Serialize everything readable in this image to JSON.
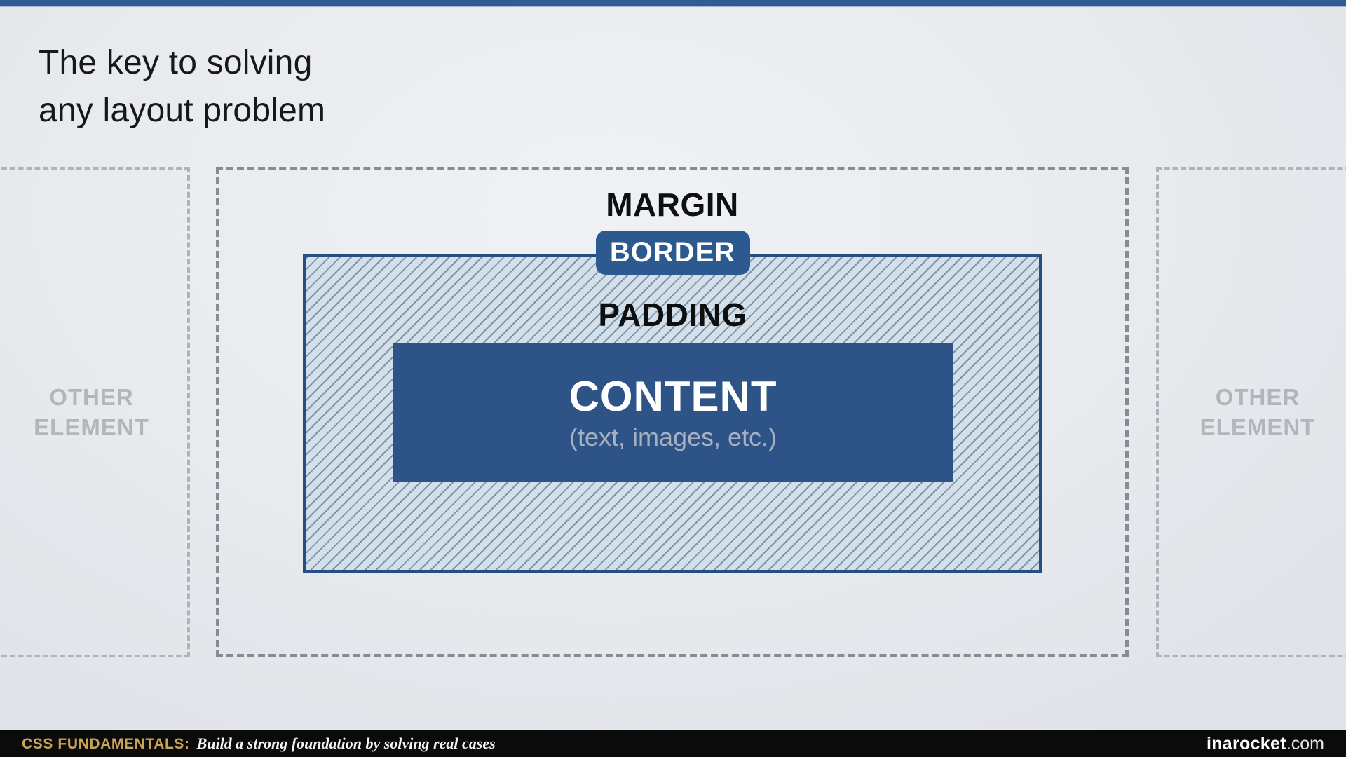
{
  "slide": {
    "title_line1": "The key to solving",
    "title_line2": "any layout problem"
  },
  "diagram": {
    "margin_label": "MARGIN",
    "border_label": "BORDER",
    "padding_label": "PADDING",
    "content_label": "CONTENT",
    "content_sublabel": "(text, images, etc.)",
    "other_left": {
      "line1": "OTHER",
      "line2": "ELEMENT"
    },
    "other_right": {
      "line1": "OTHER",
      "line2": "ELEMENT"
    }
  },
  "footer": {
    "course_label": "CSS FUNDAMENTALS:",
    "tagline": "Build a strong foundation by solving real cases",
    "brand": "inarocket",
    "brand_suffix": ".com"
  },
  "colors": {
    "top_bar": "#315b94",
    "content_blue": "#2e5487",
    "badge_blue": "#2d5991",
    "element_border_blue": "#254f80",
    "hatch_background": "#d3e0ea",
    "hatch_line": "#7e93a7",
    "main_dash_gray": "#858c96",
    "other_dash_gray": "#aeb3ba",
    "other_text_gray": "#b2b5ba",
    "footer_background": "#0b0b0c",
    "footer_gold": "#c9a455",
    "slide_background": "#e8eaee"
  }
}
